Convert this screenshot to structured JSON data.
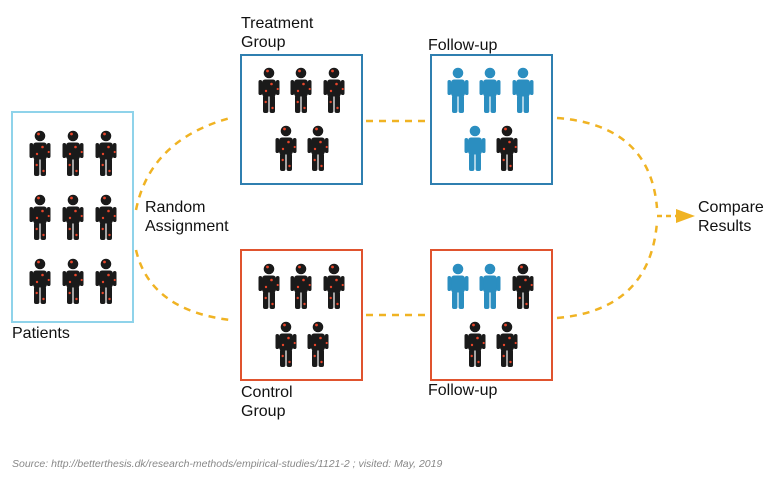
{
  "diagram": {
    "patients_label": "Patients",
    "random_assignment_line1": "Random",
    "random_assignment_line2": "Assignment",
    "treatment_group_line1": "Treatment",
    "treatment_group_line2": "Group",
    "control_group_line1": "Control",
    "control_group_line2": "Group",
    "follow_up_top": "Follow-up",
    "follow_up_bottom": "Follow-up",
    "compare_line1": "Compare",
    "compare_line2": "Results",
    "source": "Source: http://betterthesis.dk/research-methods/empirical-studies/1121-2 ; visited: May, 2019"
  },
  "groups": {
    "patients": {
      "sick": 9,
      "healthy": 0
    },
    "treatment": {
      "sick": 5,
      "healthy": 0
    },
    "control": {
      "sick": 5,
      "healthy": 0
    },
    "treatment_follow_up": {
      "healthy": 4,
      "sick": 1
    },
    "control_follow_up": {
      "healthy": 2,
      "sick": 3
    }
  },
  "colors": {
    "patients_border": "#8fd3ea",
    "treatment_border": "#2f7fb0",
    "control_border": "#e0532e",
    "sick_figure": "#1a1a1a",
    "sick_dots": "#e8452a",
    "healthy_figure": "#2b8ec0",
    "arrow": "#f0b323"
  },
  "icons": [
    "person-sick-icon",
    "person-healthy-icon",
    "arrow-right-icon"
  ]
}
